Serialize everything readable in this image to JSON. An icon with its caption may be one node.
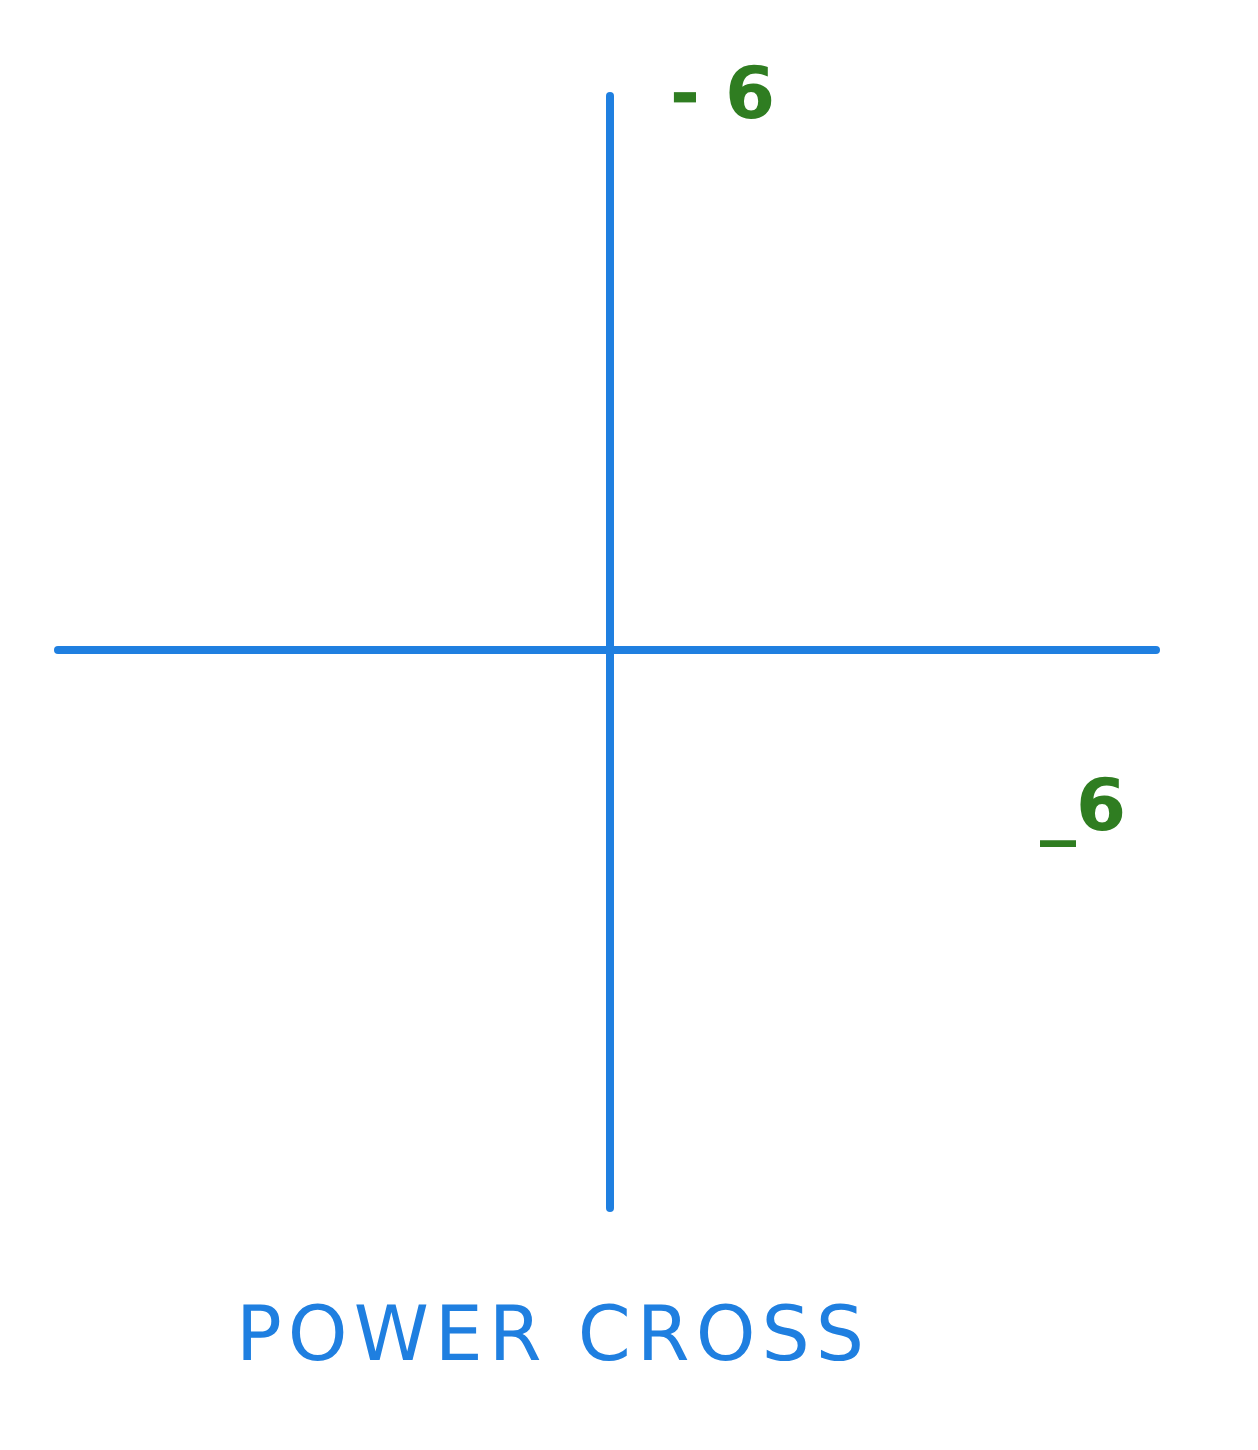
{
  "diagram": {
    "caption": "POWER CROSS",
    "labels": [
      "- 6",
      "_6"
    ]
  }
}
